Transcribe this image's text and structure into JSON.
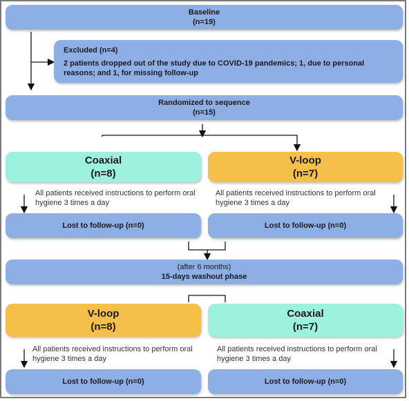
{
  "baseline": {
    "title": "Baseline",
    "n": "(n=19)"
  },
  "excluded": {
    "title": "Excluded (n=4)",
    "reason": "2 patients dropped out of the study due to COVID-19 pandemics; 1, due to personal reasons; and 1, for missing follow-up"
  },
  "randomized": {
    "title": "Randomized to sequence",
    "n": "(n=15)"
  },
  "period1": {
    "left": {
      "name": "Coaxial",
      "n": "(n=8)"
    },
    "right": {
      "name": "V-loop",
      "n": "(n=7)"
    },
    "left_note": "All patients received instructions to perform oral hygiene 3 times a day",
    "right_note": "All patients received instructions to perform oral hygiene 3 times a day",
    "left_lost": "Lost to follow-up (n=0)",
    "right_lost": "Lost to follow-up (n=0)"
  },
  "washout": {
    "line1": "(after 6 months)",
    "line2": "15-days washout phase"
  },
  "period2": {
    "left": {
      "name": "V-loop",
      "n": "(n=8)"
    },
    "right": {
      "name": "Coaxial",
      "n": "(n=7)"
    },
    "left_note": "All patients received instructions to perform oral hygiene 3 times a day",
    "right_note": "All patients received instructions to perform oral hygiene 3 times a day",
    "left_lost": "Lost to follow-up (n=0)",
    "right_lost": "Lost to follow-up (n=0)"
  },
  "colors": {
    "box_blue": "#8eaee6",
    "coaxial": "#9ff1df",
    "vloop": "#f4c04a"
  }
}
